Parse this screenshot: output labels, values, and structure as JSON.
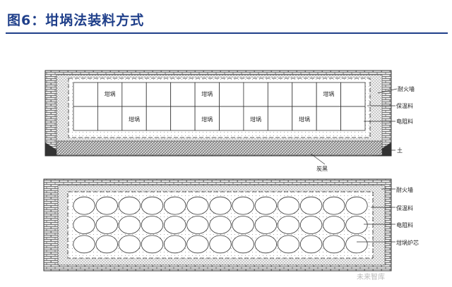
{
  "figure": {
    "title": "图6：坩埚法装料方式",
    "title_color": "#1f3f8a"
  },
  "diagram1": {
    "top_cells": [
      "",
      "坩埚",
      "",
      "",
      "",
      "坩埚",
      "",
      "",
      "",
      "",
      "坩埚",
      ""
    ],
    "bottom_cells": [
      "",
      "",
      "坩埚",
      "",
      "",
      "坩埚",
      "",
      "坩埚",
      "",
      "坩埚",
      "",
      ""
    ],
    "labels": {
      "refractory_wall": "耐火墙",
      "insulation": "保温料",
      "resistance_material": "电阻料",
      "soil": "土",
      "carbon_black": "炭黑"
    }
  },
  "diagram2": {
    "grid": {
      "rows": 3,
      "cols": 13
    },
    "labels": {
      "refractory_wall": "耐火墙",
      "insulation": "保温料",
      "resistance_material": "电阻料",
      "crucible_core": "坩埚炉芯"
    }
  },
  "watermark": "未来智库"
}
